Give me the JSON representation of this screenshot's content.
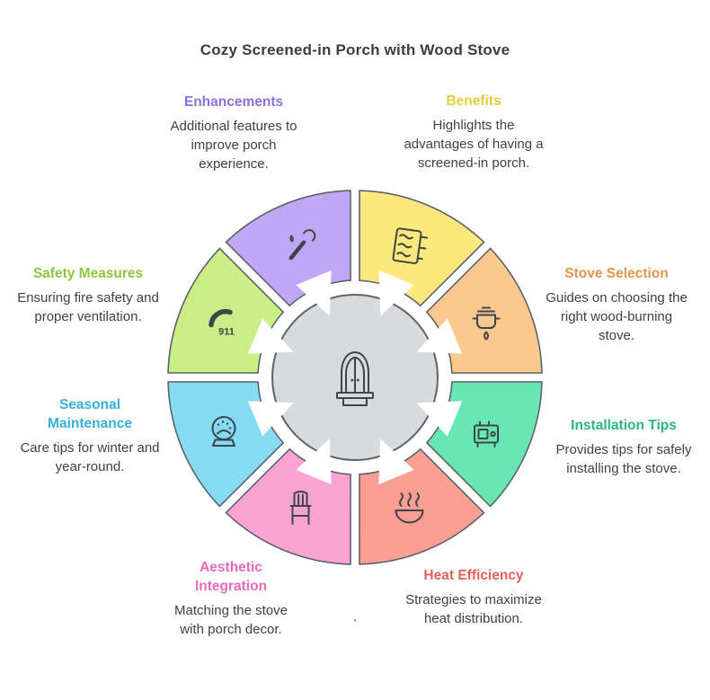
{
  "title": "Cozy Screened-in Porch with Wood Stove",
  "center": {
    "icon": "arched-window-icon",
    "fill": "#d9dadb",
    "outline": "#5d6268"
  },
  "footnote": ".",
  "segments": [
    {
      "id": "benefits",
      "label": "Benefits",
      "description": "Highlights the advantages of having a screened-in porch.",
      "heading_color": "#e3cd3e",
      "ring_color": "#fce97d",
      "icon": "screen-mesh-icon"
    },
    {
      "id": "stove-selection",
      "label": "Stove Selection",
      "description": "Guides on choosing the right wood-burning stove.",
      "heading_color": "#e0944e",
      "ring_color": "#fbc98e",
      "icon": "cooking-pot-icon"
    },
    {
      "id": "installation-tips",
      "label": "Installation Tips",
      "description": "Provides tips for safely installing the stove.",
      "heading_color": "#2eb57f",
      "ring_color": "#68e7b5",
      "icon": "wood-stove-icon"
    },
    {
      "id": "heat-efficiency",
      "label": "Heat Efficiency",
      "description": "Strategies to maximize heat distribution.",
      "heading_color": "#e35f5a",
      "ring_color": "#fc9e93",
      "icon": "steaming-bowl-icon"
    },
    {
      "id": "aesthetic-integration",
      "label": "Aesthetic Integration",
      "description": "Matching the stove with porch decor.",
      "heading_color": "#e76ab7",
      "ring_color": "#fba3d3",
      "icon": "chair-icon"
    },
    {
      "id": "seasonal-maintenance",
      "label": "Seasonal Maintenance",
      "description": "Care tips for winter and year-round.",
      "heading_color": "#38aede",
      "ring_color": "#85daf4",
      "icon": "snow-globe-icon"
    },
    {
      "id": "safety-measures",
      "label": "Safety Measures",
      "description": "Ensuring fire safety and proper ventilation.",
      "heading_color": "#8cc63f",
      "ring_color": "#c9ee85",
      "icon": "emergency-phone-icon",
      "icon_text": "911"
    },
    {
      "id": "enhancements",
      "label": "Enhancements",
      "description": "Additional features to improve porch experience.",
      "heading_color": "#8a70d8",
      "ring_color": "#bfa9f6",
      "icon": "wrench-icon"
    }
  ]
}
